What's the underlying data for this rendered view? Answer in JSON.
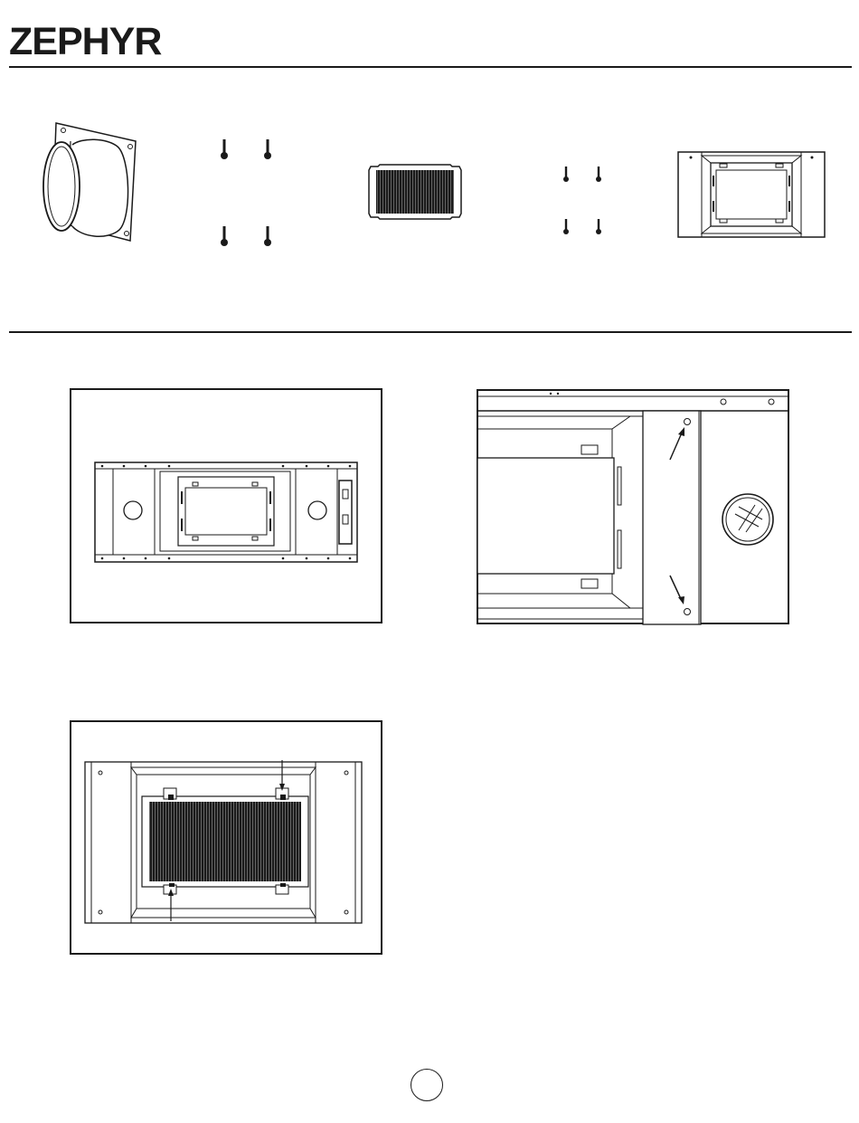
{
  "brand": {
    "name": "ZEPHYR"
  },
  "parts": [
    {
      "icon": "duct-adapter-icon"
    },
    {
      "icon": "screws-set-a-icon"
    },
    {
      "icon": "charcoal-filter-icon"
    },
    {
      "icon": "screws-set-b-icon"
    },
    {
      "icon": "recirculation-box-icon"
    }
  ],
  "figures": [
    {
      "id": "fig-hood-bottom",
      "icon": "hood-bottom-view-icon"
    },
    {
      "id": "fig-mount-detail",
      "icon": "mounting-holes-detail-icon"
    },
    {
      "id": "fig-filter-install",
      "icon": "filter-installation-icon"
    }
  ],
  "page": {
    "number": ""
  }
}
